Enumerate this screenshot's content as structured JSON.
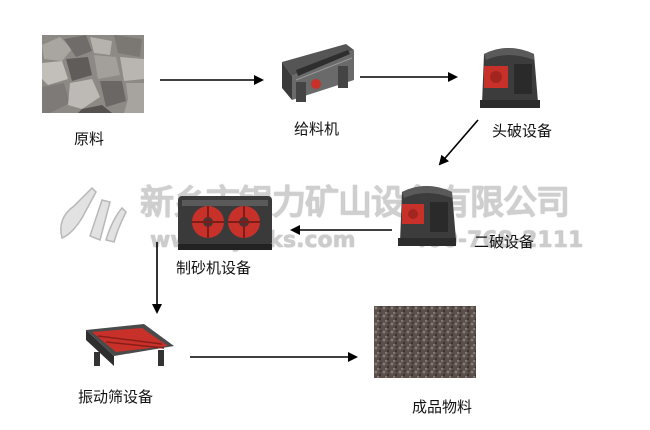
{
  "nodes": {
    "raw": "原料",
    "feeder": "给料机",
    "primary": "头破设备",
    "secondary": "二破设备",
    "sandmaker": "制砂机设备",
    "screen": "振动筛设备",
    "product": "成品物料"
  },
  "watermark": {
    "company": "新乡市银力矿山设备有限公司",
    "url": "www.zydlks.com",
    "phone": "400-768-2111"
  },
  "colors": {
    "machine_red": "#c8312a",
    "machine_dark": "#3a3a3a",
    "arrow": "#000000"
  }
}
